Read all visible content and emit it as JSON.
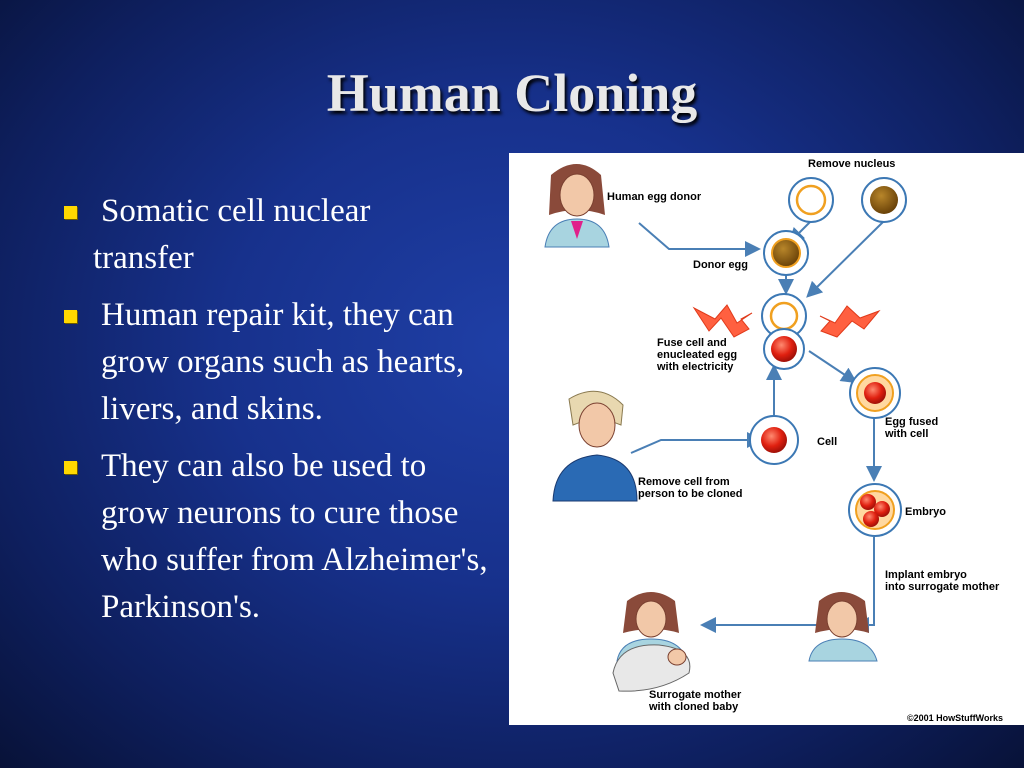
{
  "slide": {
    "title": "Human Cloning",
    "bullets": [
      {
        "line1": "Somatic cell nuclear",
        "line2": "transfer"
      },
      {
        "text": "Human repair kit, they can grow organs such as hearts, livers, and skins."
      },
      {
        "text": "They can also be used to grow neurons to cure those who suffer from Alzheimer's, Parkinson's."
      }
    ]
  },
  "figure": {
    "labels": {
      "remove_nucleus": "Remove nucleus",
      "egg_donor": "Human egg donor",
      "donor_egg": "Donor egg",
      "fuse_1": "Fuse cell and",
      "fuse_2": "enucleated egg",
      "fuse_3": "with electricity",
      "egg_fused_1": "Egg fused",
      "egg_fused_2": "with cell",
      "cell": "Cell",
      "remove_cell_1": "Remove cell from",
      "remove_cell_2": "person to be cloned",
      "embryo": "Embryo",
      "implant_1": "Implant embryo",
      "implant_2": "into surrogate mother",
      "surrogate_1": "Surrogate mother",
      "surrogate_2": "with cloned baby",
      "copyright": "©2001 HowStuffWorks"
    },
    "colors": {
      "arrow": "#4a7fb5",
      "cell_ring": "#3c78b4",
      "egg_ring": "#f0a020",
      "nucleus": "#8a5a10",
      "red_cell": "#e02010",
      "lightning": "#ff6040"
    }
  }
}
